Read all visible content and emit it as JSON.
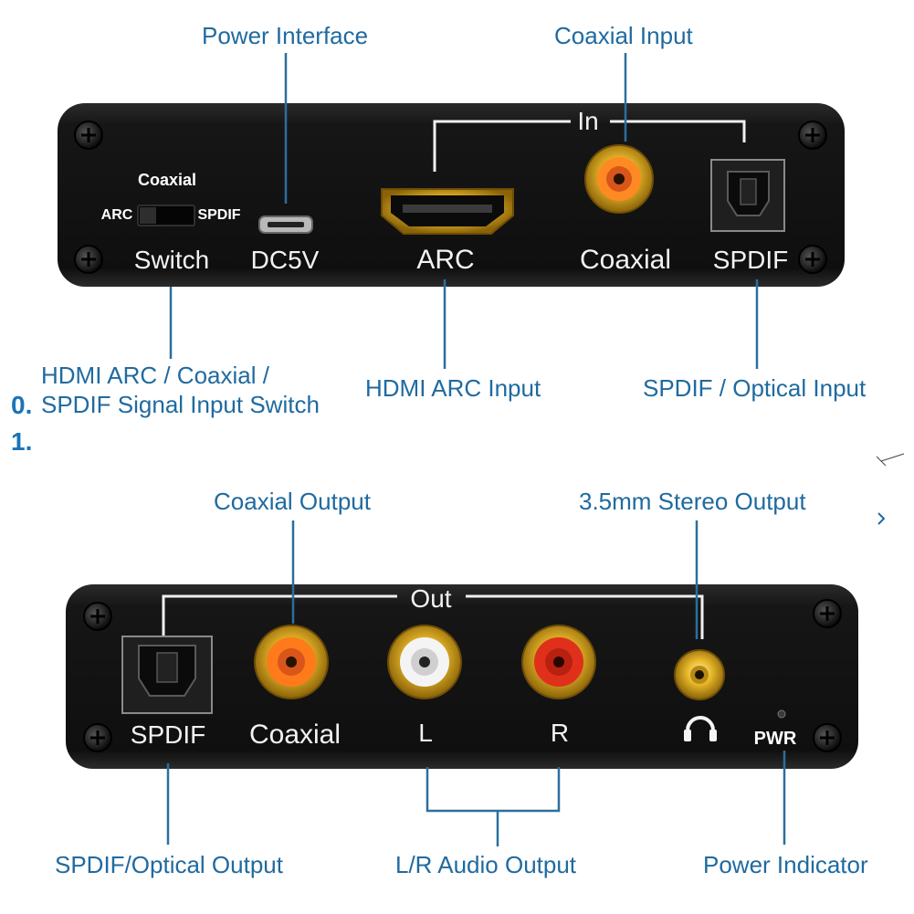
{
  "image_kind": "product connection diagram (HDMI ARC audio extractor, front and back panels)",
  "steps": [
    "0.",
    "1."
  ],
  "top_panel": {
    "group_label": "In",
    "switch_top_label": "Coaxial",
    "switch_left_label": "ARC",
    "switch_right_label": "SPDIF",
    "switch_label": "Switch",
    "dc_label": "DC5V",
    "arc_label": "ARC",
    "coaxial_label": "Coaxial",
    "spdif_label": "SPDIF"
  },
  "top_callouts": {
    "power_interface": "Power Interface",
    "coaxial_input": "Coaxial Input",
    "switch_line1": "HDMI ARC / Coaxial /",
    "switch_line2": "SPDIF Signal Input Switch",
    "hdmi_arc_input": "HDMI ARC Input",
    "spdif_optical_input": "SPDIF / Optical Input"
  },
  "bottom_panel": {
    "group_label": "Out",
    "spdif_label": "SPDIF",
    "coaxial_label": "Coaxial",
    "l_label": "L",
    "r_label": "R",
    "pwr_label": "PWR"
  },
  "bottom_callouts": {
    "coaxial_output": "Coaxial Output",
    "stereo_output": "3.5mm Stereo Output",
    "spdif_optical_output": "SPDIF/Optical Output",
    "lr_audio_output": "L/R Audio Output",
    "power_indicator": "Power Indicator"
  },
  "colors": {
    "callout_text": "#1f6aa0",
    "leader_line": "#2a6f9e",
    "panel": "#151515",
    "gold": "#d4a017",
    "coaxial_orange": "#ff7a1a",
    "right_red": "#e0301c",
    "left_white": "#f4f4f4"
  },
  "icons": [
    "headphones-icon",
    "screw-icon",
    "power-led-icon"
  ]
}
